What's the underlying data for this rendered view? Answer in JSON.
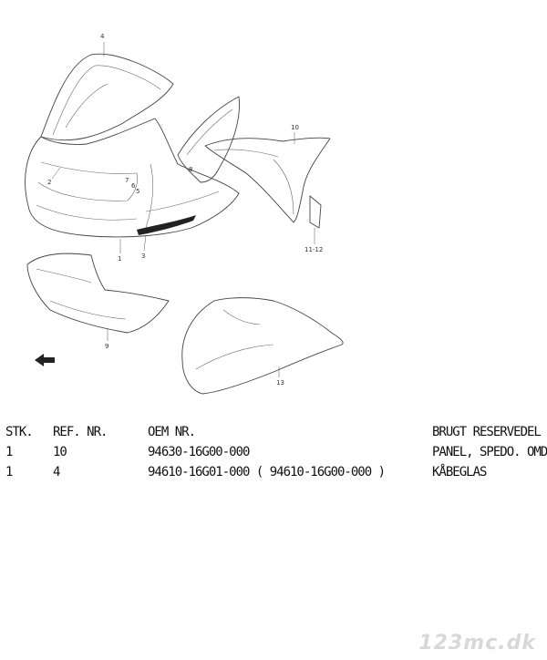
{
  "diagram": {
    "callouts": {
      "c4": "4",
      "c10": "10",
      "c2": "2",
      "c7": "7",
      "c6": "6",
      "c5": "5",
      "c8": "8",
      "c1": "1",
      "c3": "3",
      "c1112": "11-12",
      "c9": "9",
      "c13": "13"
    }
  },
  "table": {
    "headers": {
      "stk": "STK.",
      "ref": "REF. NR.",
      "oem": "OEM NR.",
      "desc": "BRUGT RESERVEDEL"
    },
    "rows": [
      {
        "stk": "1",
        "ref": "10",
        "oem": "94630-16G00-000",
        "desc": "PANEL, SPEDO. OMD."
      },
      {
        "stk": "1",
        "ref": "4",
        "oem": "94610-16G01-000 ( 94610-16G00-000 )",
        "desc": "KÅBEGLAS"
      }
    ]
  },
  "watermark": "123mc.dk"
}
